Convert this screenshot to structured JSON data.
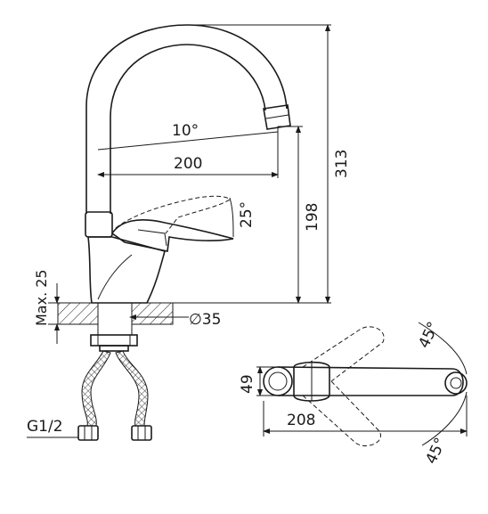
{
  "dimensions": {
    "spout_angle": "10°",
    "spout_reach": "200",
    "spout_height": "198",
    "overall_height": "313",
    "lever_angle": "25°",
    "max_deck": "Max. 25",
    "hole_diameter": "∅35",
    "thread": "G1/2",
    "body_width": "49",
    "top_length": "208",
    "rotate_angle_top": "45°",
    "rotate_angle_bottom": "45°"
  }
}
